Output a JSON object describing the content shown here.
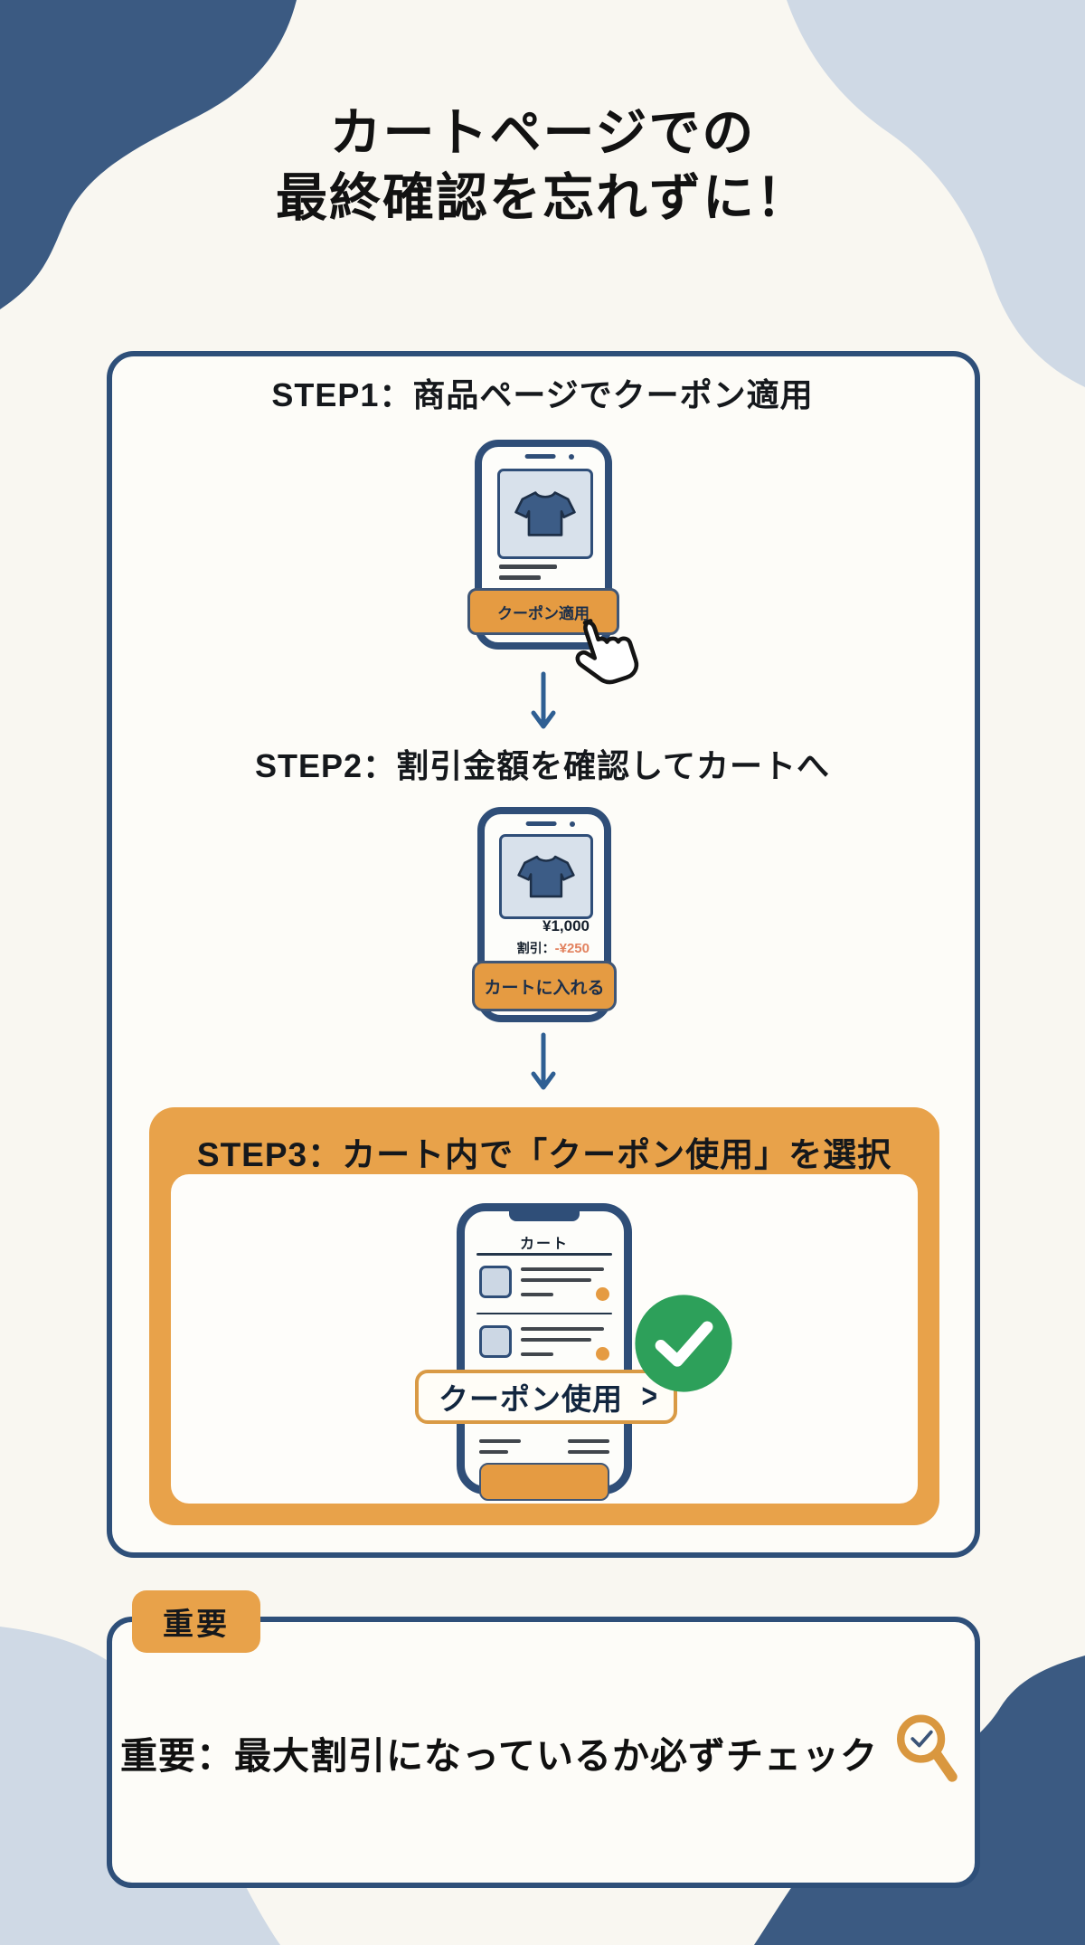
{
  "title": {
    "line1": "カートページでの",
    "line2": "最終確認を忘れずに！"
  },
  "steps": [
    {
      "heading": "STEP1：商品ページでクーポン適用",
      "button": "クーポン適用"
    },
    {
      "heading": "STEP2：割引金額を確認してカートへ",
      "price": "¥1,000",
      "discount_label": "割引：",
      "discount_value": "-¥250",
      "button": "カートに入れる"
    },
    {
      "heading": "STEP3：カート内で「クーポン使用」を選択",
      "screen_title": "カート",
      "coupon_button": "クーポン使用",
      "chevron": ">"
    }
  ],
  "footer": {
    "badge": "重要",
    "note": "重要：最大割引になっているか必ずチェック"
  },
  "icons": {
    "hand_cursor": "hand-cursor-icon",
    "flow_arrow": "arrow-down-icon",
    "check_circle": "check-circle-icon",
    "magnifier": "magnifier-check-icon",
    "tshirt": "tshirt-icon"
  },
  "colors": {
    "navy_blob": "#3b5a82",
    "light_blue_blob": "#cfd9e5",
    "panel_border_navy": "#2e4f79",
    "orange": "#e8a24a",
    "orange_button": "#e59b42",
    "salmon_discount": "#e2825f",
    "green_check": "#2da05a",
    "background": "#f9f7f1",
    "text": "#141414"
  }
}
